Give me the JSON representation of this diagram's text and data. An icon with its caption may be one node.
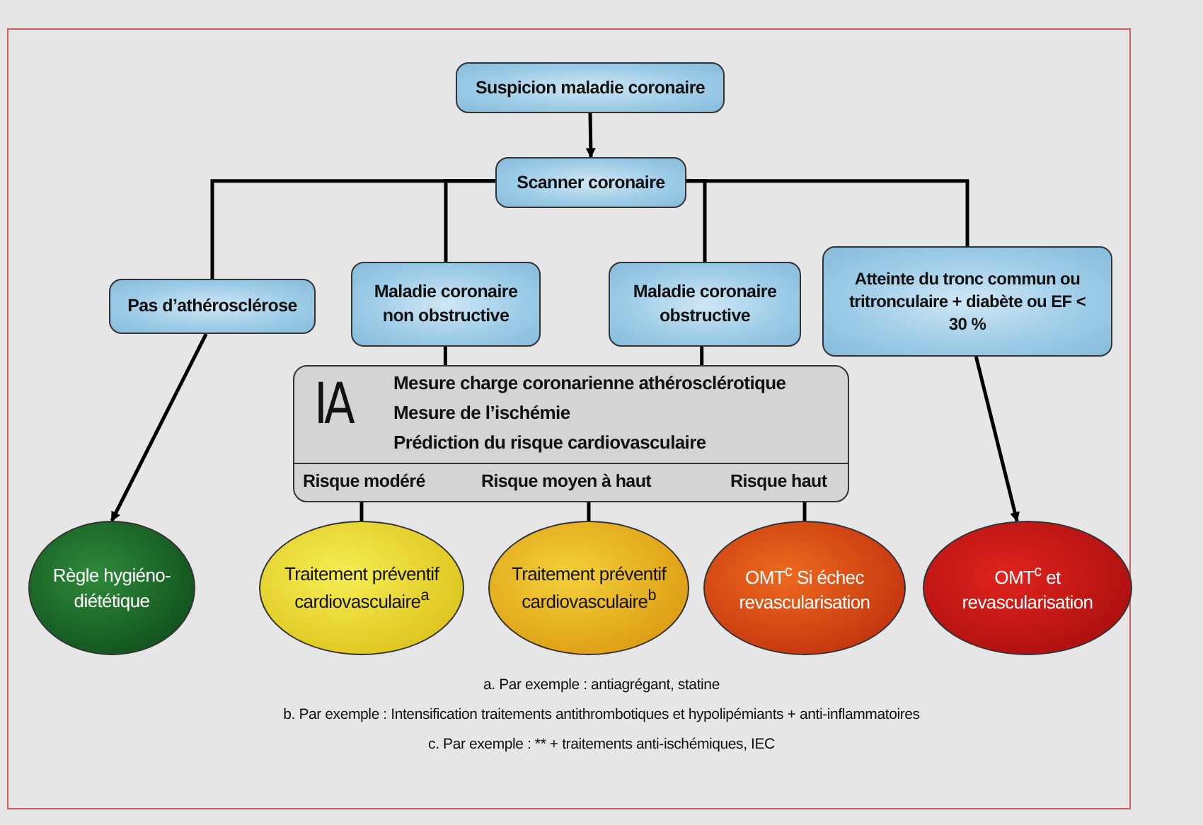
{
  "diagram": {
    "nodes": [
      {
        "text": [
          "Suspicion maladie coronaire"
        ]
      },
      {
        "text": [
          "Scanner coronaire"
        ]
      },
      {
        "text": [
          "Pas d’athérosclérose"
        ]
      },
      {
        "text": [
          "Maladie coronaire non obstructive"
        ]
      },
      {
        "text": [
          "Maladie coronaire obstructive"
        ]
      },
      {
        "text": [
          "Atteinte du tronc commun ou tritronculaire + diabète ou EF < 30 %"
        ]
      },
      {
        "text": [
          "IA",
          "Mesure charge coronarienne athérosclérotique",
          "Mesure de l’ischémie",
          "Prédiction du risque cardiovasculaire",
          "Risque modéré",
          "Risque moyen à haut",
          "Risque haut"
        ]
      },
      {
        "text": [
          "Règle hygiéno-diététique"
        ]
      },
      {
        "text": [
          "Traitement préventif cardiovasculaire$^{a}$"
        ]
      },
      {
        "text": [
          "Traitement préventif cardiovasculaire$^{b}$"
        ]
      },
      {
        "text": [
          "OMT$^{c}$ Si échec revascularisation"
        ]
      },
      {
        "text": [
          "OMT$^{c}$ et revascularisation"
        ]
      }
    ],
    "edges": [
      {
        "from": 0,
        "to": 1,
        "arrow": "to"
      },
      {
        "from": 1,
        "to": 2,
        "arrow": "none"
      },
      {
        "from": 1,
        "to": 3,
        "arrow": "none"
      },
      {
        "from": 1,
        "to": 4,
        "arrow": "none"
      },
      {
        "from": 1,
        "to": 5,
        "arrow": "none"
      },
      {
        "from": 2,
        "to": 7,
        "arrow": "to"
      },
      {
        "from": 3,
        "to": 6,
        "arrow": "none"
      },
      {
        "from": 4,
        "to": 6,
        "arrow": "none"
      },
      {
        "from": 6,
        "to": 8,
        "arrow": "none"
      },
      {
        "from": 6,
        "to": 9,
        "arrow": "none"
      },
      {
        "from": 6,
        "to": 10,
        "arrow": "none"
      },
      {
        "from": 5,
        "to": 11,
        "arrow": "to"
      }
    ],
    "labels": [
      "a. Par exemple : antiagrégant, statine",
      "b. Par exemple : Intensification traitements antithrombotiques et hypolipémiants + anti-inflammatoires",
      "c. Par exemple : ** + traitements anti-ischémiques, IEC"
    ]
  }
}
